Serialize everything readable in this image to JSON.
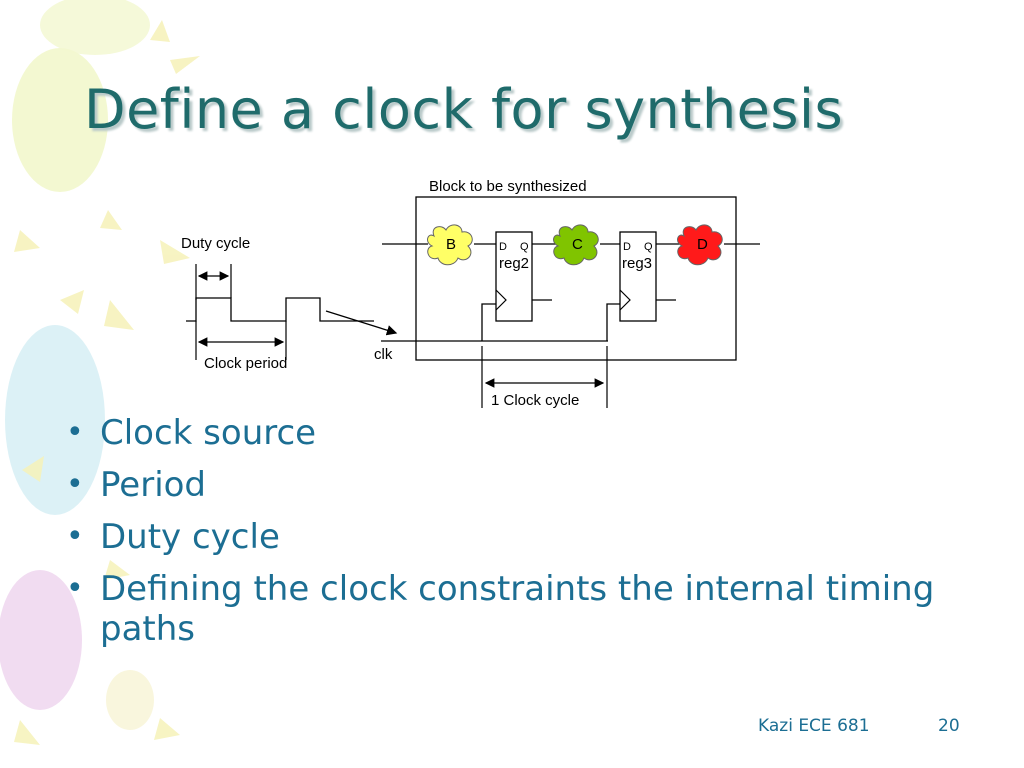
{
  "slide": {
    "title": "Define a clock for synthesis",
    "bullets": [
      "Clock source",
      "Period",
      "Duty cycle",
      "Defining the clock constraints the internal timing paths"
    ],
    "footer": {
      "course": "Kazi ECE 681",
      "page_number": "20"
    }
  },
  "diagram": {
    "block_label": "Block to be synthesized",
    "duty_cycle_label": "Duty cycle",
    "clock_period_label": "Clock period",
    "clk_label": "clk",
    "clock_cycle_label": "1 Clock cycle",
    "clouds": [
      {
        "label": "B",
        "color": "#ffff66"
      },
      {
        "label": "C",
        "color": "#80c400"
      },
      {
        "label": "D",
        "color": "#ff1a1a"
      }
    ],
    "registers": [
      {
        "name": "reg2",
        "d_label": "D",
        "q_label": "Q"
      },
      {
        "name": "reg3",
        "d_label": "D",
        "q_label": "Q"
      }
    ]
  },
  "colors": {
    "title": "#1f6b6b",
    "bullet_text": "#1c6e93",
    "footer_text": "#1c6e93"
  }
}
